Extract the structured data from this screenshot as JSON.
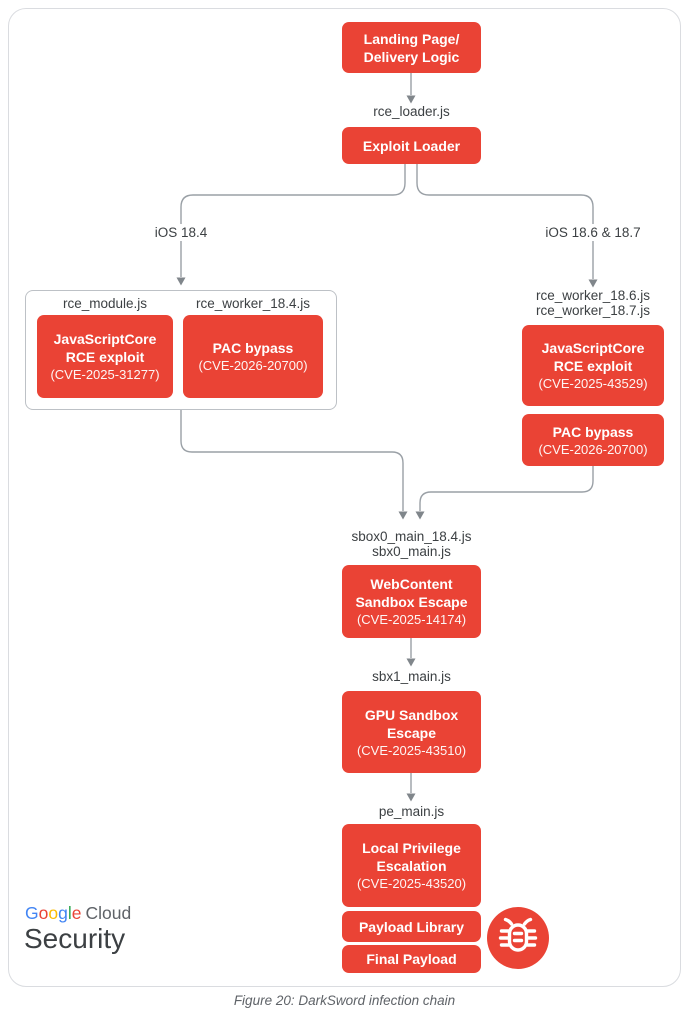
{
  "palette": {
    "node_red": "#EA4335",
    "line_gray": "#9AA0A6",
    "arrow_gray": "#80868B",
    "label_text": "#3C4043",
    "muted_text": "#5F6368",
    "card_border": "#DADCE0",
    "group_border": "#BDC1C6"
  },
  "chain": {
    "landing": {
      "lines": [
        "Landing Page/",
        "Delivery Logic"
      ]
    },
    "loader_file": "rce_loader.js",
    "exploit_loader": "Exploit Loader",
    "branch_left": "iOS 18.4",
    "branch_right": "iOS 18.6 & 18.7",
    "left_group": {
      "module_file": "rce_module.js",
      "worker_file": "rce_worker_18.4.js",
      "jsc": {
        "lines": [
          "JavaScriptCore",
          "RCE exploit"
        ],
        "cve": "(CVE-2025-31277)"
      },
      "pac": {
        "lines": [
          "PAC bypass"
        ],
        "cve": "(CVE-2026-20700)"
      }
    },
    "right_branch": {
      "files": [
        "rce_worker_18.6.js",
        "rce_worker_18.7.js"
      ],
      "jsc": {
        "lines": [
          "JavaScriptCore",
          "RCE exploit"
        ],
        "cve": "(CVE-2025-43529)"
      },
      "pac": {
        "lines": [
          "PAC bypass"
        ],
        "cve": "(CVE-2026-20700)"
      }
    },
    "sbox_files": [
      "sbox0_main_18.4.js",
      "sbx0_main.js"
    ],
    "webcontent": {
      "lines": [
        "WebContent",
        "Sandbox Escape"
      ],
      "cve": "(CVE-2025-14174)"
    },
    "sbx1_file": "sbx1_main.js",
    "gpu": {
      "lines": [
        "GPU Sandbox",
        "Escape"
      ],
      "cve": "(CVE-2025-43510)"
    },
    "pe_file": "pe_main.js",
    "lpe": {
      "lines": [
        "Local Privilege",
        "Escalation"
      ],
      "cve": "(CVE-2025-43520)"
    },
    "payload_library": "Payload Library",
    "final_payload": "Final Payload"
  },
  "icons": {
    "bug": {
      "name": "bug-icon",
      "circle_color": "#EA4335",
      "glyph_color": "#FFFFFF"
    }
  },
  "logo": {
    "letters": [
      {
        "ch": "G",
        "color": "#4285F4"
      },
      {
        "ch": "o",
        "color": "#EA4335"
      },
      {
        "ch": "o",
        "color": "#FBBC04"
      },
      {
        "ch": "g",
        "color": "#4285F4"
      },
      {
        "ch": "l",
        "color": "#34A853"
      },
      {
        "ch": "e",
        "color": "#EA4335"
      }
    ],
    "cloud": "Cloud",
    "security": "Security"
  },
  "caption": "Figure 20: DarkSword infection chain"
}
